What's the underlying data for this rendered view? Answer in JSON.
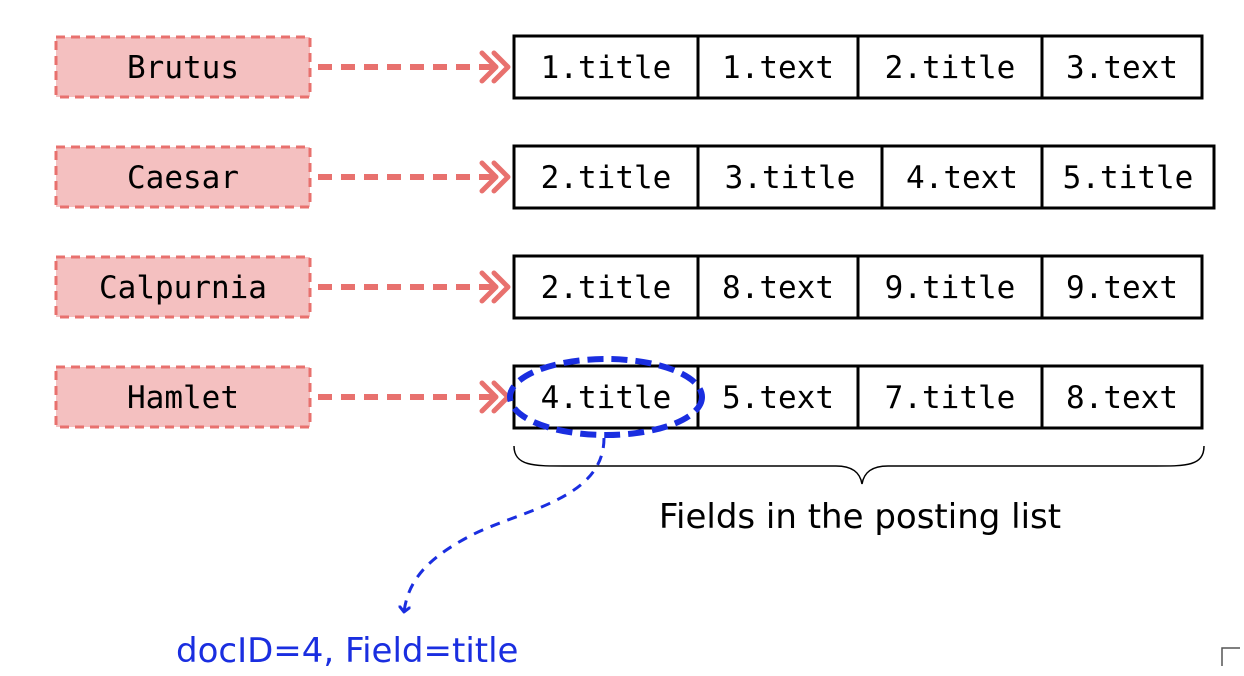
{
  "diagram": {
    "terms": [
      {
        "term": "Brutus",
        "postings": [
          "1.title",
          "1.text",
          "2.title",
          "3.text"
        ]
      },
      {
        "term": "Caesar",
        "postings": [
          "2.title",
          "3.title",
          "4.text",
          "5.title"
        ]
      },
      {
        "term": "Calpurnia",
        "postings": [
          "2.title",
          "8.text",
          "9.title",
          "9.text"
        ]
      },
      {
        "term": "Hamlet",
        "postings": [
          "4.title",
          "5.text",
          "7.title",
          "8.text"
        ]
      }
    ],
    "brace_label": "Fields in the posting list",
    "callout_label": "docID=4, Field=title",
    "highlight": {
      "row": 3,
      "cell": 0
    },
    "colors": {
      "term_fill": "#f4c0c0",
      "term_border": "#e8716e",
      "arrow": "#e8716e",
      "cell_border": "#000000",
      "highlight": "#1a2ee0",
      "callout_text": "#1a2ee0",
      "label_text": "#000000"
    }
  }
}
